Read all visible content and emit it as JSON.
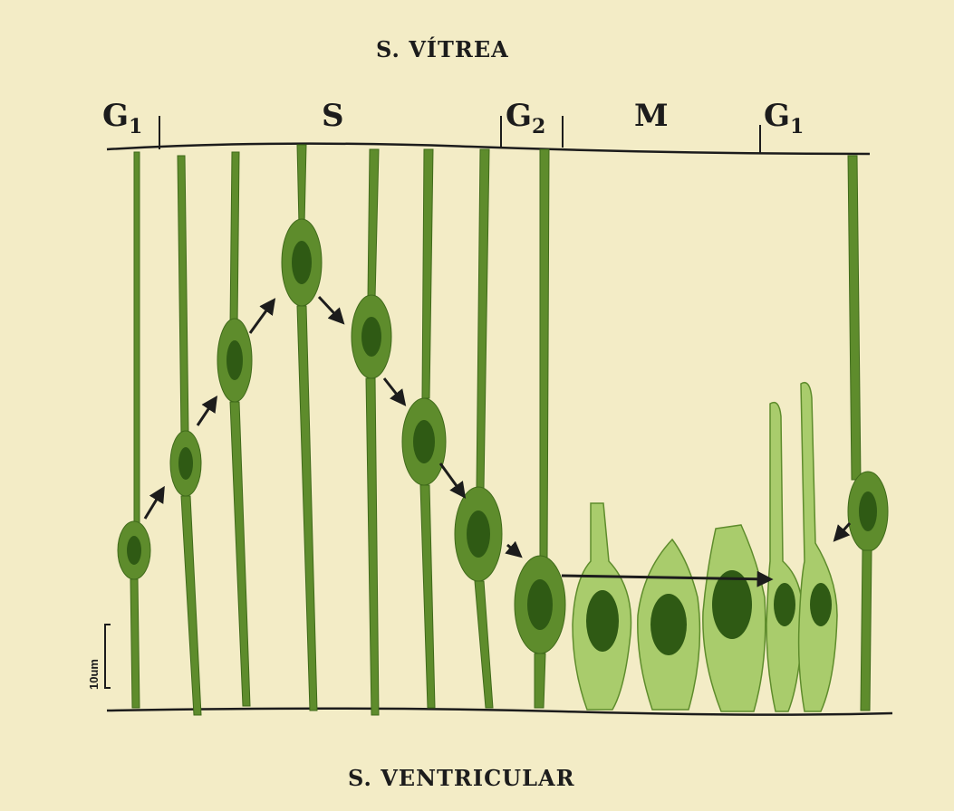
{
  "surfaces": {
    "top": "S. VÍTREA",
    "bottom": "S. VENTRICULAR"
  },
  "phases": [
    {
      "letter": "G",
      "sub": "1"
    },
    {
      "letter": "S",
      "sub": ""
    },
    {
      "letter": "G",
      "sub": "2"
    },
    {
      "letter": "M",
      "sub": ""
    },
    {
      "letter": "G",
      "sub": "1"
    }
  ],
  "scale_bar": "10um",
  "colors": {
    "background": "#f3ecc6",
    "cell_dark": "#5e8c2c",
    "cell_light": "#a9cc6c",
    "chromatin": "#2f5a14",
    "line": "#1c1c1c"
  }
}
